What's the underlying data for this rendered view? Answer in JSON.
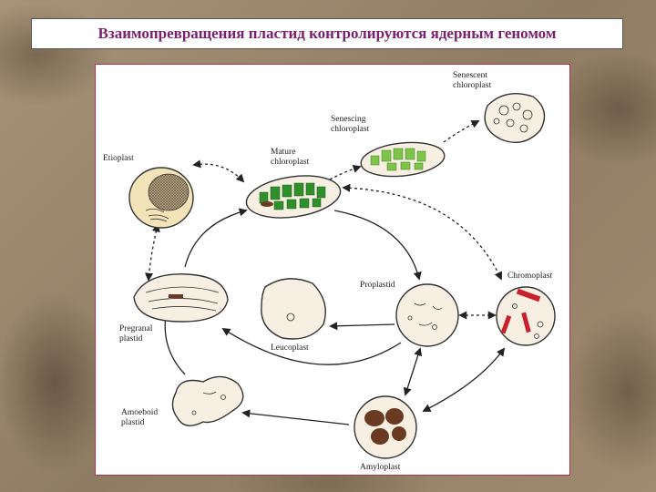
{
  "title": "Взаимопревращения пластид  контролируются ядерным геномом",
  "labels": {
    "senescent": [
      "Senescent",
      "chloroplast"
    ],
    "senescing": [
      "Senescing",
      "chloroplast"
    ],
    "mature": [
      "Mature",
      "chloroplast"
    ],
    "etioplast": "Etioplast",
    "chromoplast": "Chromoplast",
    "proplastid": "Proplastid",
    "pregranal": [
      "Pregranal",
      "plastid"
    ],
    "leucoplast": "Leucoplast",
    "amoeboid": [
      "Amoeboid",
      "plastid"
    ],
    "amyloplast": "Amyloplast"
  },
  "colors": {
    "title_text": "#7a1f6e",
    "panel_border": "#b7304d",
    "plastid_fill": "#f7efe2",
    "thylakoid_green": "#2f8f2a",
    "senescing_green": "#7ec44a",
    "chromoplast_red": "#c8202e",
    "starch_brown": "#6b3a22",
    "etioplast_fill": "#f2e4b8"
  }
}
